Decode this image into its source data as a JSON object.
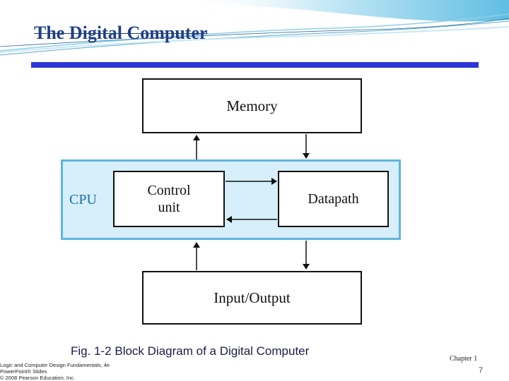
{
  "slide": {
    "title": "The Digital Computer",
    "caption": "Fig. 1-2 Block Diagram of a Digital Computer",
    "credits": [
      "Logic and Computer Design Fundamentals, 4e",
      "PowerPoint® Slides",
      "© 2008 Pearson Education, Inc."
    ],
    "chapter": "Chapter 1",
    "page_number": "7"
  },
  "diagram": {
    "blocks": {
      "memory": "Memory",
      "control_line1": "Control",
      "control_line2": "unit",
      "datapath": "Datapath",
      "io": "Input/Output"
    },
    "cpu_label": "CPU"
  },
  "colors": {
    "title": "#1f3f86",
    "title_bar": "#2a36d8",
    "cpu_fill": "#d6effa",
    "cpu_border": "#5fb4df",
    "cpu_label": "#1a6fa8",
    "header_wave": "#6ec3e6"
  }
}
